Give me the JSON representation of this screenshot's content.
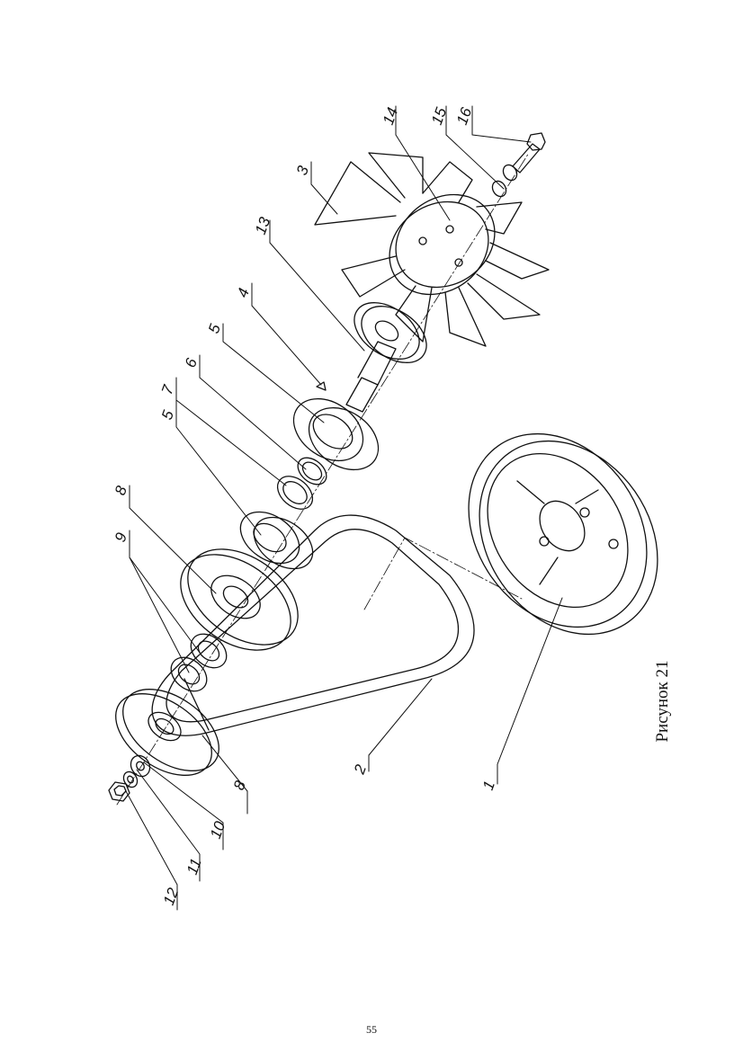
{
  "figure": {
    "caption": "Рисунок 21",
    "callouts": [
      "1",
      "2",
      "3",
      "4",
      "5",
      "5",
      "6",
      "7",
      "8",
      "8",
      "9",
      "10",
      "11",
      "12",
      "13",
      "14",
      "15",
      "16"
    ]
  },
  "page": {
    "number": "55"
  }
}
